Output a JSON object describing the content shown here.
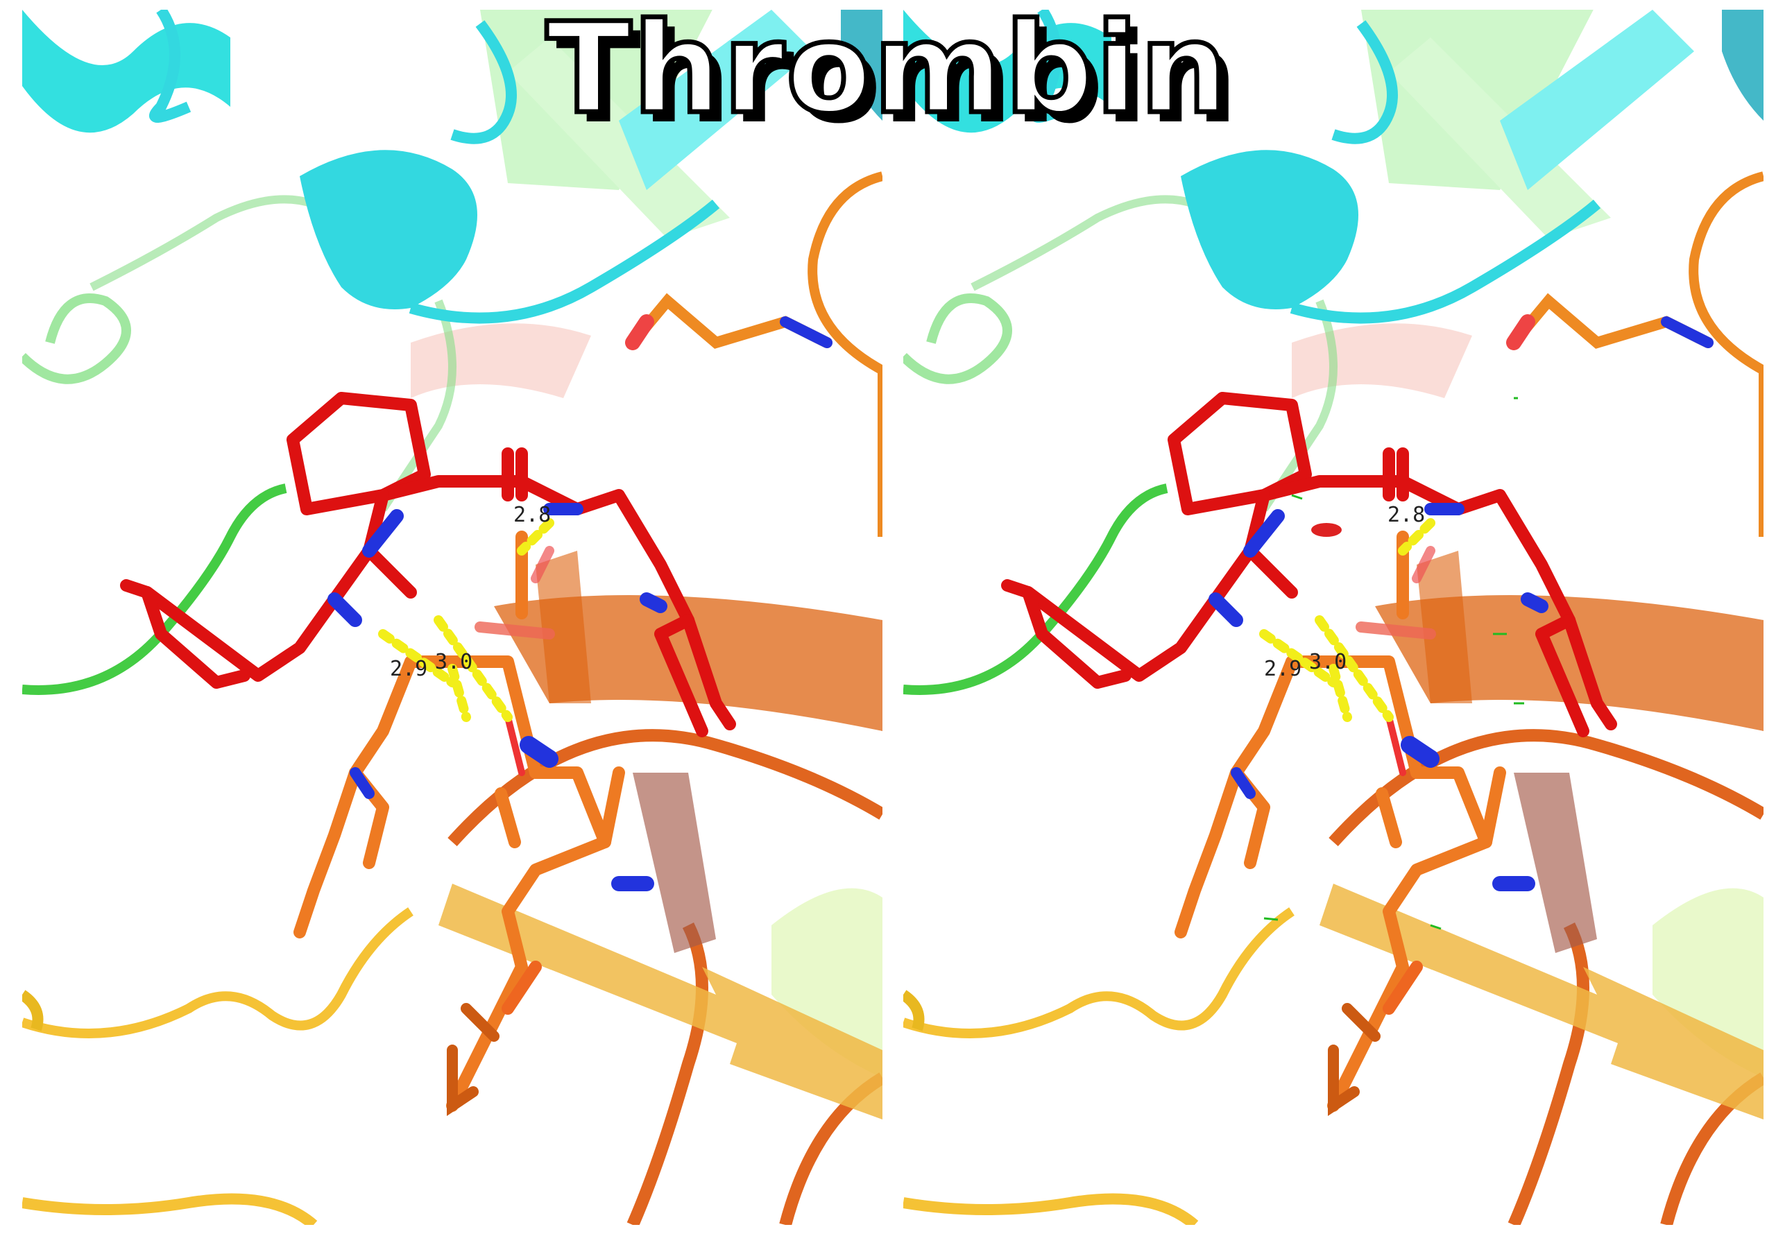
{
  "title": "Thrombin",
  "distance_labels": [
    "2.8",
    "2.9",
    "3.0"
  ],
  "panels": [
    "left-stereo-view",
    "right-stereo-view"
  ],
  "colors": {
    "ligand": "#dd1111",
    "nitrogen": "#2233dd",
    "oxygen": "#ee3333",
    "hbond": "#f2ee1a",
    "cyan_helix": "#33e0e0",
    "green_sheet": "#8ee88e",
    "green_loop": "#55d255",
    "orange_residue": "#ee7a22",
    "dark_orange_loop": "#e0651f",
    "yellow_loop": "#f5c235",
    "density_mesh": "#22bb22"
  }
}
